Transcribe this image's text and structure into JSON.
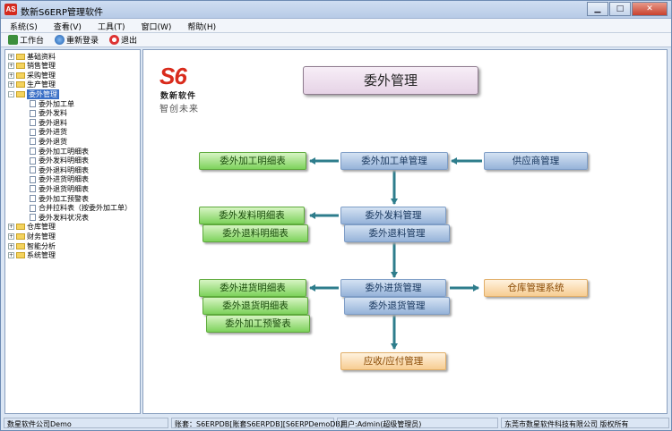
{
  "window": {
    "app_icon": "AS",
    "title": "数新S6ERP管理软件",
    "controls": [
      "minimize-icon",
      "maximize-icon",
      "close-icon"
    ],
    "control_glyphs": [
      "▁",
      "□",
      "✕"
    ]
  },
  "menu": [
    "系统(S)",
    "查看(V)",
    "工具(T)",
    "窗口(W)",
    "帮助(H)"
  ],
  "toolbar": {
    "workbench": "工作台",
    "relogin": "重新登录",
    "exit": "退出"
  },
  "tree": {
    "top_items": [
      {
        "label": "基础资料",
        "expanded": false
      },
      {
        "label": "销售管理",
        "expanded": false
      },
      {
        "label": "采购管理",
        "expanded": false
      },
      {
        "label": "生产管理",
        "expanded": false
      },
      {
        "label": "委外管理",
        "expanded": true,
        "selected": true
      }
    ],
    "children": [
      "委外加工单",
      "委外发料",
      "委外退料",
      "委外进货",
      "委外退货",
      "委外加工明细表",
      "委外发料明细表",
      "委外退料明细表",
      "委外进货明细表",
      "委外退货明细表",
      "委外加工预警表",
      "合并拉料表（按委外加工单）",
      "委外发料状况表"
    ],
    "bottom_items": [
      "仓库管理",
      "财务管理",
      "智能分析",
      "系统管理"
    ],
    "expander_collapsed": "+",
    "expander_expanded": "-"
  },
  "logo": {
    "mark": "S6",
    "company": "数新软件",
    "slogan": "智创未来"
  },
  "flow": {
    "title": "委外管理",
    "nodes": {
      "outsource_order_mgmt": "委外加工单管理",
      "supplier_mgmt": "供应商管理",
      "outsource_detail": "委外加工明细表",
      "issue_mgmt": "委外发料管理",
      "return_material_mgmt": "委外退料管理",
      "issue_detail": "委外发料明细表",
      "return_material_detail": "委外退料明细表",
      "receipt_mgmt": "委外进货管理",
      "return_goods_mgmt": "委外退货管理",
      "warehouse_system": "仓库管理系统",
      "receipt_detail": "委外进货明细表",
      "return_goods_detail": "委外退货明细表",
      "warning_report": "委外加工预警表",
      "ar_ap_mgmt": "应收/应付管理"
    },
    "colors": {
      "blue_node": "#96b3d9",
      "green_node": "#7ed25c",
      "orange_node": "#f7cd92",
      "arrow": "#2e7d8c"
    }
  },
  "status": {
    "company": "数星软件公司Demo",
    "account": "账套：S6ERPDB[账套S6ERPDB][S6ERPDemoDB]",
    "user": "用户:Admin(超级管理员)",
    "copyright": "东莞市数星软件科技有限公司 版权所有"
  }
}
